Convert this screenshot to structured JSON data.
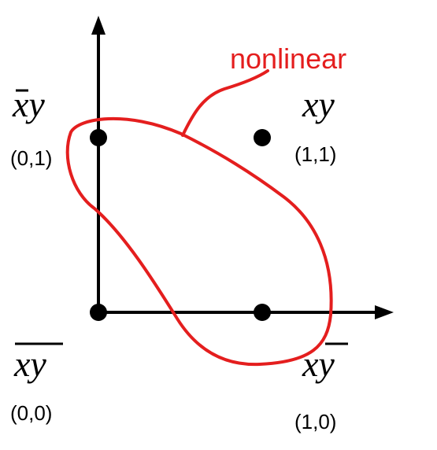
{
  "colors": {
    "axes": "#000000",
    "points": "#000000",
    "boundary": "#e41e1e"
  },
  "annotation": {
    "label": "nonlinear"
  },
  "points": [
    {
      "term": "xy",
      "overline": "x",
      "coord": "(0,1)"
    },
    {
      "term": "xy",
      "overline": "none",
      "coord": "(1,1)"
    },
    {
      "term": "xy",
      "overline": "xy",
      "coord": "(0,0)"
    },
    {
      "term": "xy",
      "overline": "y",
      "coord": "(1,0)"
    }
  ]
}
